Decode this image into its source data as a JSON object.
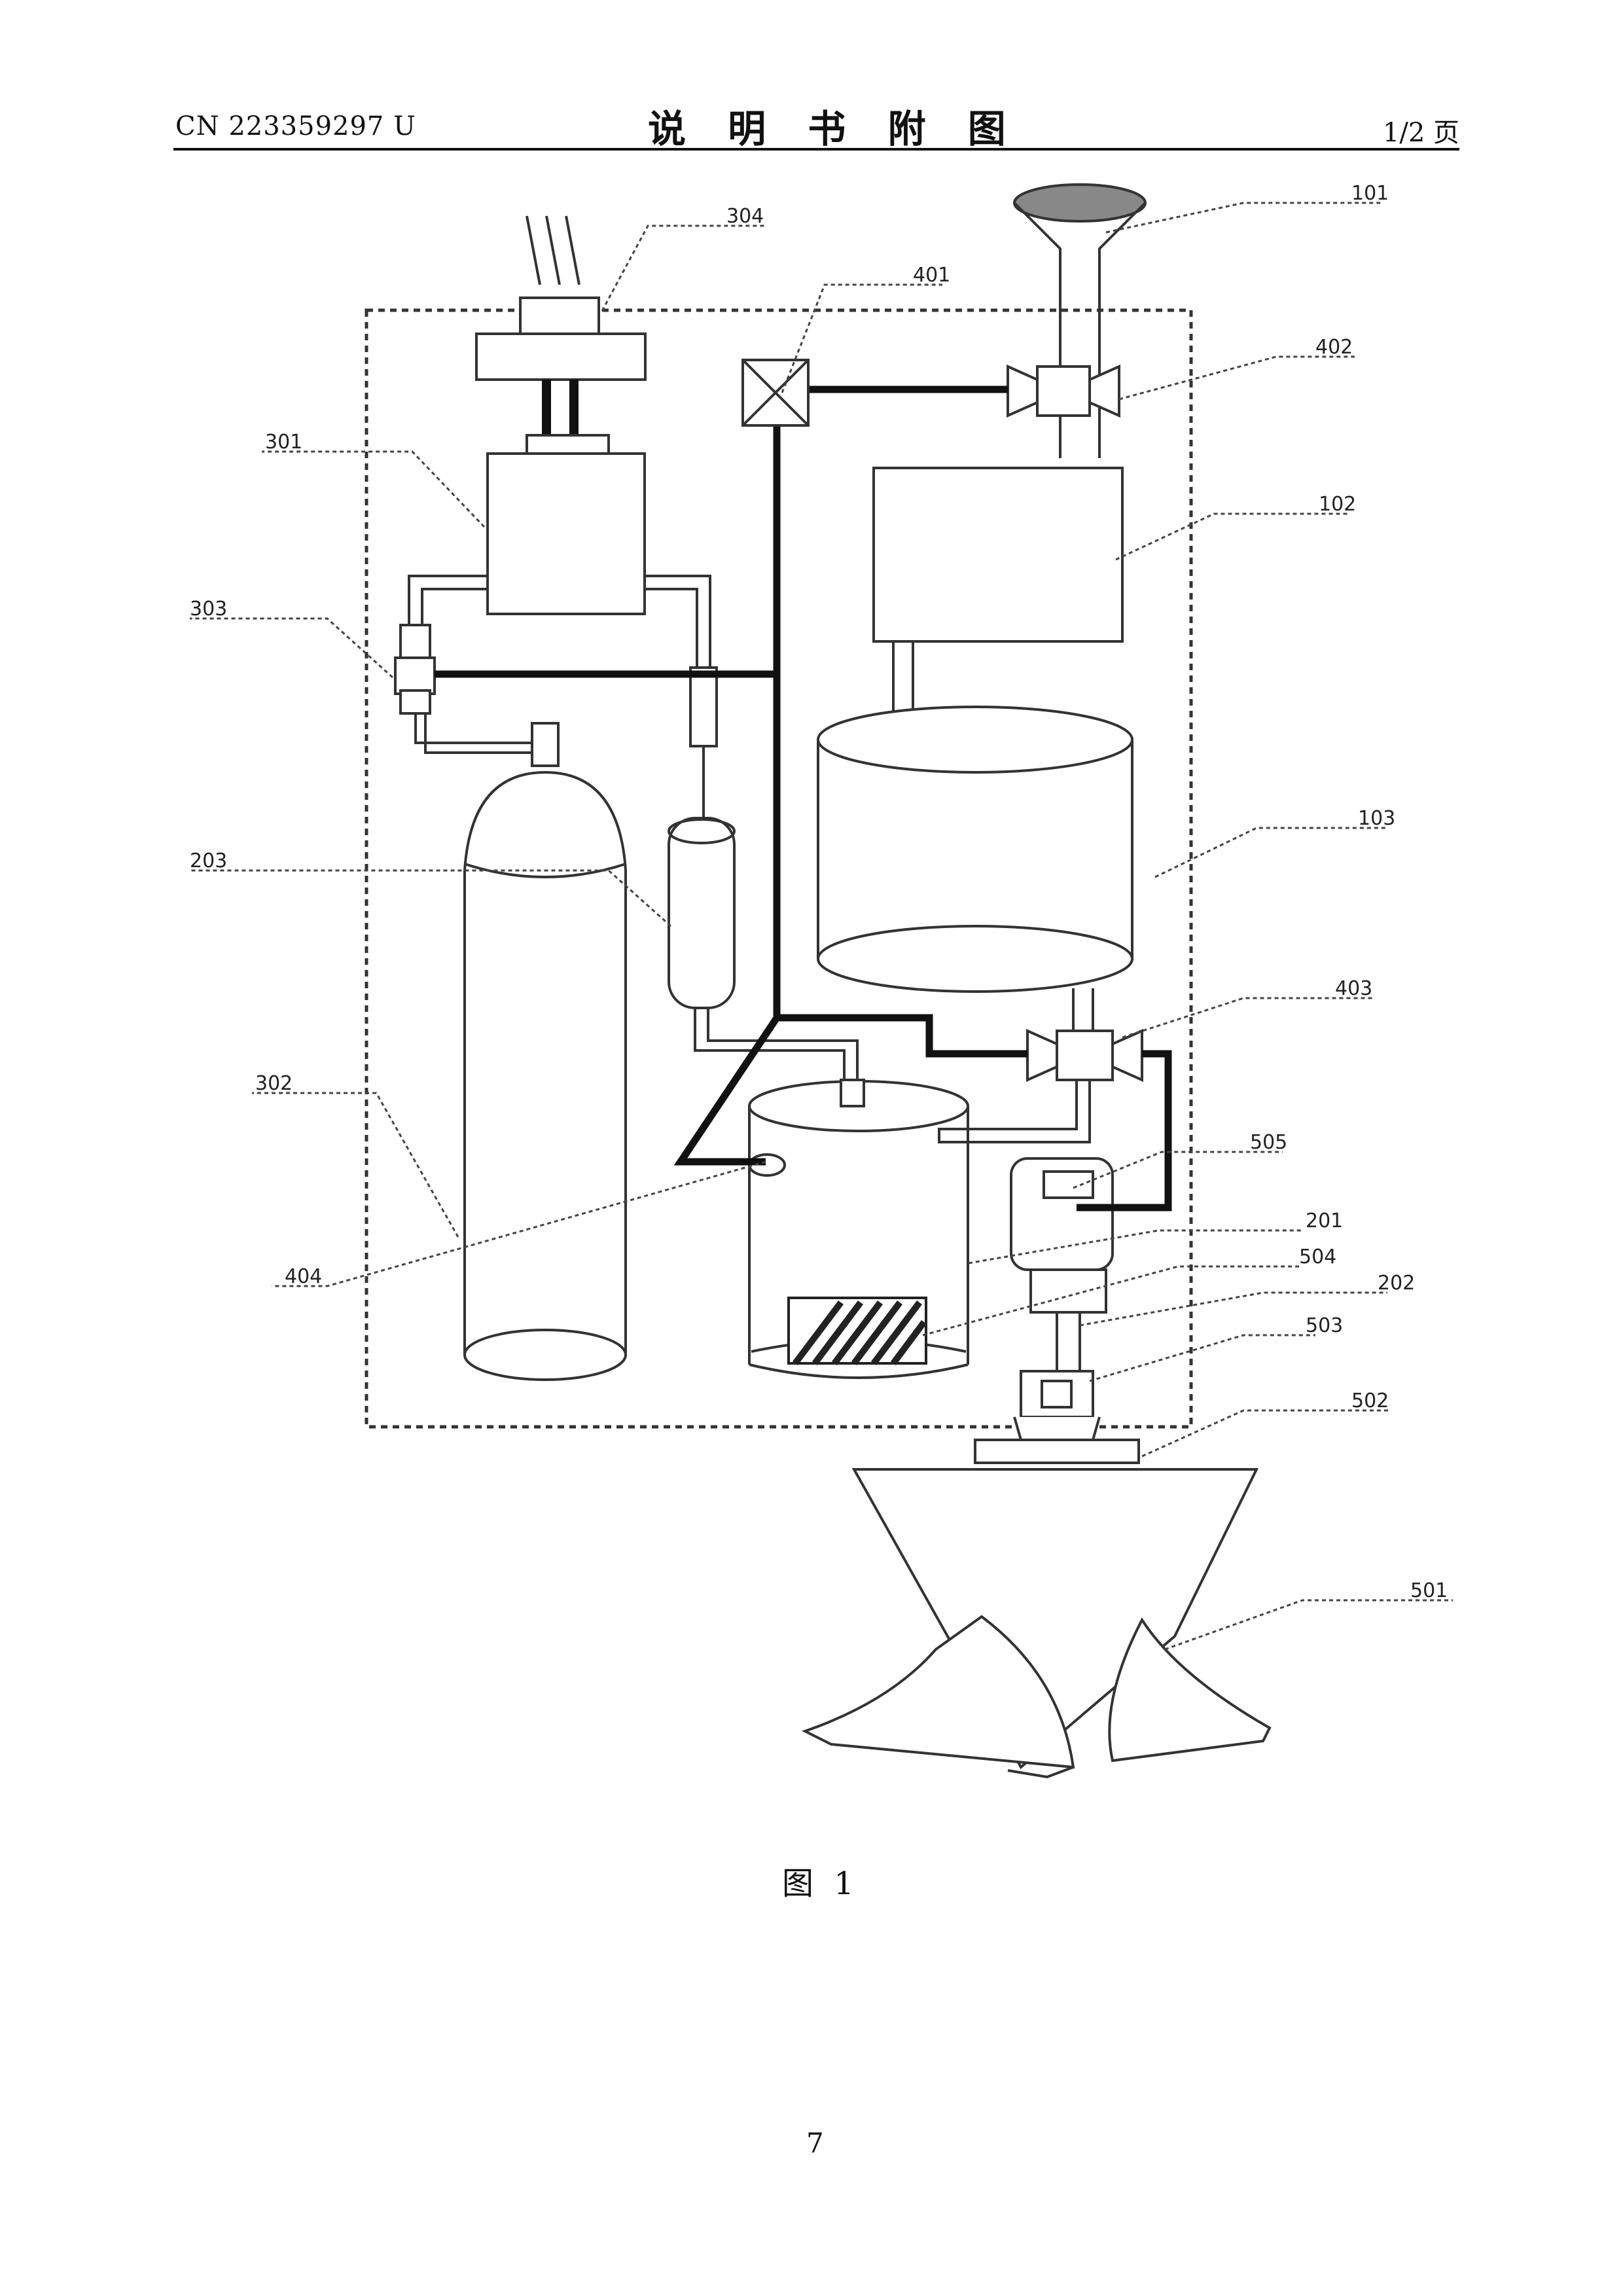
{
  "header": {
    "patent_number": "CN 223359297 U",
    "section_title": "说 明 书 附 图",
    "page_of_total": "1/2 页"
  },
  "figure": {
    "caption": "图 1",
    "labels": {
      "l101": "101",
      "l102": "102",
      "l103": "103",
      "l201": "201",
      "l202": "202",
      "l203": "203",
      "l301": "301",
      "l302": "302",
      "l303": "303",
      "l304": "304",
      "l401": "401",
      "l402": "402",
      "l403": "403",
      "l404": "404",
      "l501": "501",
      "l502": "502",
      "l503": "503",
      "l504": "504",
      "l505": "505"
    }
  },
  "footer": {
    "page_number": "7"
  }
}
